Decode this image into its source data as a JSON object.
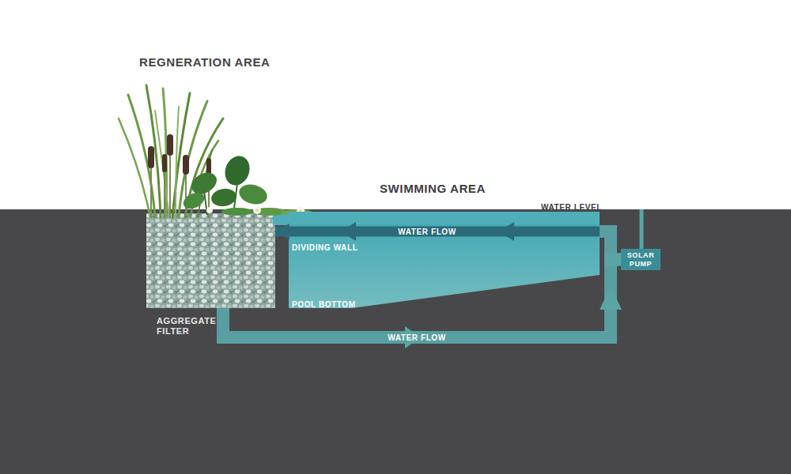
{
  "diagram": {
    "nodes": [
      {
        "text": [
          "AGGREGATE FILTER"
        ]
      },
      {
        "text": [
          "SWIMMING AREA"
        ]
      },
      {
        "text": [
          "SOLAR PUMP"
        ]
      }
    ],
    "edges": [
      {
        "from": 0,
        "to": 2,
        "arrow": "to",
        "label": "WATER FLOW"
      },
      {
        "from": 1,
        "to": 0,
        "arrow": "to",
        "label": "WATER FLOW"
      },
      {
        "from": 2,
        "to": 1,
        "arrow": "none"
      }
    ],
    "labels": [
      "REGNERATION AREA",
      "WATER LEVEL",
      "DIVIDING WALL",
      "POOL BOTTOM"
    ]
  }
}
